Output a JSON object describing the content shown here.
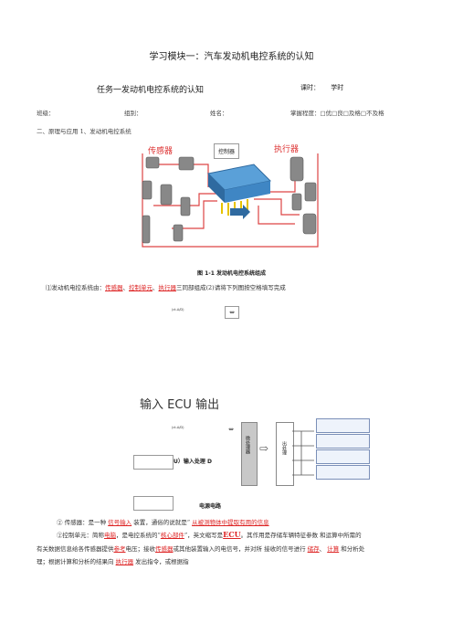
{
  "header": {
    "title": "学习模块一：汽车发动机电控系统的认知",
    "task": "任务一发动机电控系统的认知",
    "hours_label": "课时：",
    "hours_unit": "学时"
  },
  "info_row": {
    "class_label": "班级：",
    "group_label": "组别：",
    "name_label": "姓名：",
    "mastery": "掌握程度：□优□良□及格□不及格"
  },
  "section_title": "二、原理与应用 1、发动机电控系统",
  "figure": {
    "sensor_label": "传感器",
    "controller_label": "控制器",
    "actuator_label": "执行器",
    "caption": "图 1-1 发动机电控系统组成"
  },
  "q1": {
    "prefix": "⑴发动机电控系统由：",
    "a1": "传感器",
    "sep1": "、",
    "a2": "控制单元",
    "sep2": "、",
    "a3": "执行器",
    "suffix": "三同部组成(2)请将下列图按空格填写完成"
  },
  "small_label_1": "(ct-A/D)",
  "io_label": "输入 ECU 输出",
  "small_label_2": "(ct-A/D)",
  "input_process": "U）输入处理 D",
  "mid_vertical_1": "微处理器",
  "mid_vertical_2": "出处理",
  "power_circuit": "电源电路",
  "p1": {
    "prefix": "②  传感器：是一种 ",
    "a1": "信号输入",
    "mid": " 装置，通俗的说就是“ ",
    "a2": "从被测物体中提取有用的信息",
    "suffix": ""
  },
  "p2": {
    "l1_prefix": "②控制单元：简称",
    "l1_a1": "电脑",
    "l1_mid": "，是电控系统的“",
    "l1_a2": "核心部件",
    "l1_mid2": "”，英文缩写是",
    "l1_a3": "ECU",
    "l1_suffix": "。其作用是存储车辆特征参数  和运算中所需的",
    "l2_prefix": "有关数据信息给各传感器提供",
    "l2_a1": "参考",
    "l2_mid": "电压；接收",
    "l2_a2": "传感器",
    "l2_mid2": "或其他装置输入的电信号，并对所  接收的信号进行  ",
    "l2_a3": "储存",
    "l2_sep": "、  ",
    "l2_a4": "计算",
    "l2_suffix": "  和分析处",
    "l3_prefix": "理；根据计算和分析的结果向  ",
    "l3_a1": "执行器",
    "l3_suffix": "  发出指令，或根据指"
  }
}
